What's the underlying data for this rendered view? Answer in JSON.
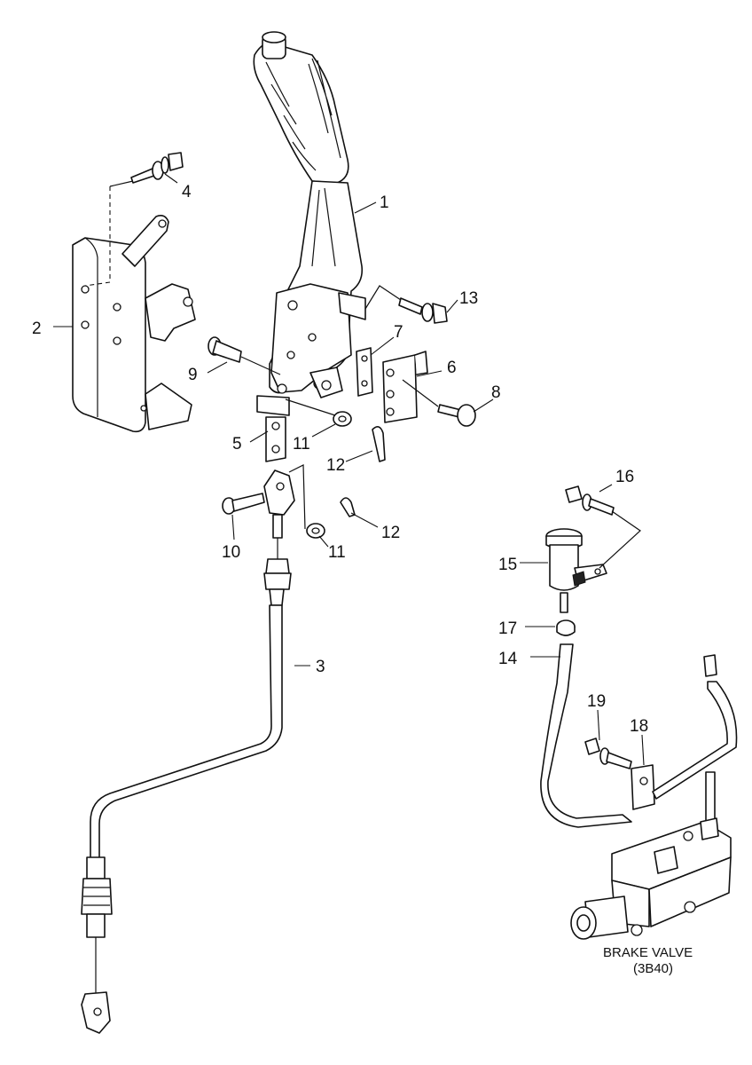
{
  "callouts": {
    "c1": "1",
    "c2": "2",
    "c3": "3",
    "c4": "4",
    "c5": "5",
    "c6": "6",
    "c7": "7",
    "c8": "8",
    "c9": "9",
    "c10": "10",
    "c11a": "11",
    "c11b": "11",
    "c12a": "12",
    "c12b": "12",
    "c13": "13",
    "c14": "14",
    "c15": "15",
    "c16": "16",
    "c17": "17",
    "c18": "18",
    "c19": "19"
  },
  "caption": {
    "line1": "BRAKE VALVE",
    "line2": "(3B40)"
  }
}
